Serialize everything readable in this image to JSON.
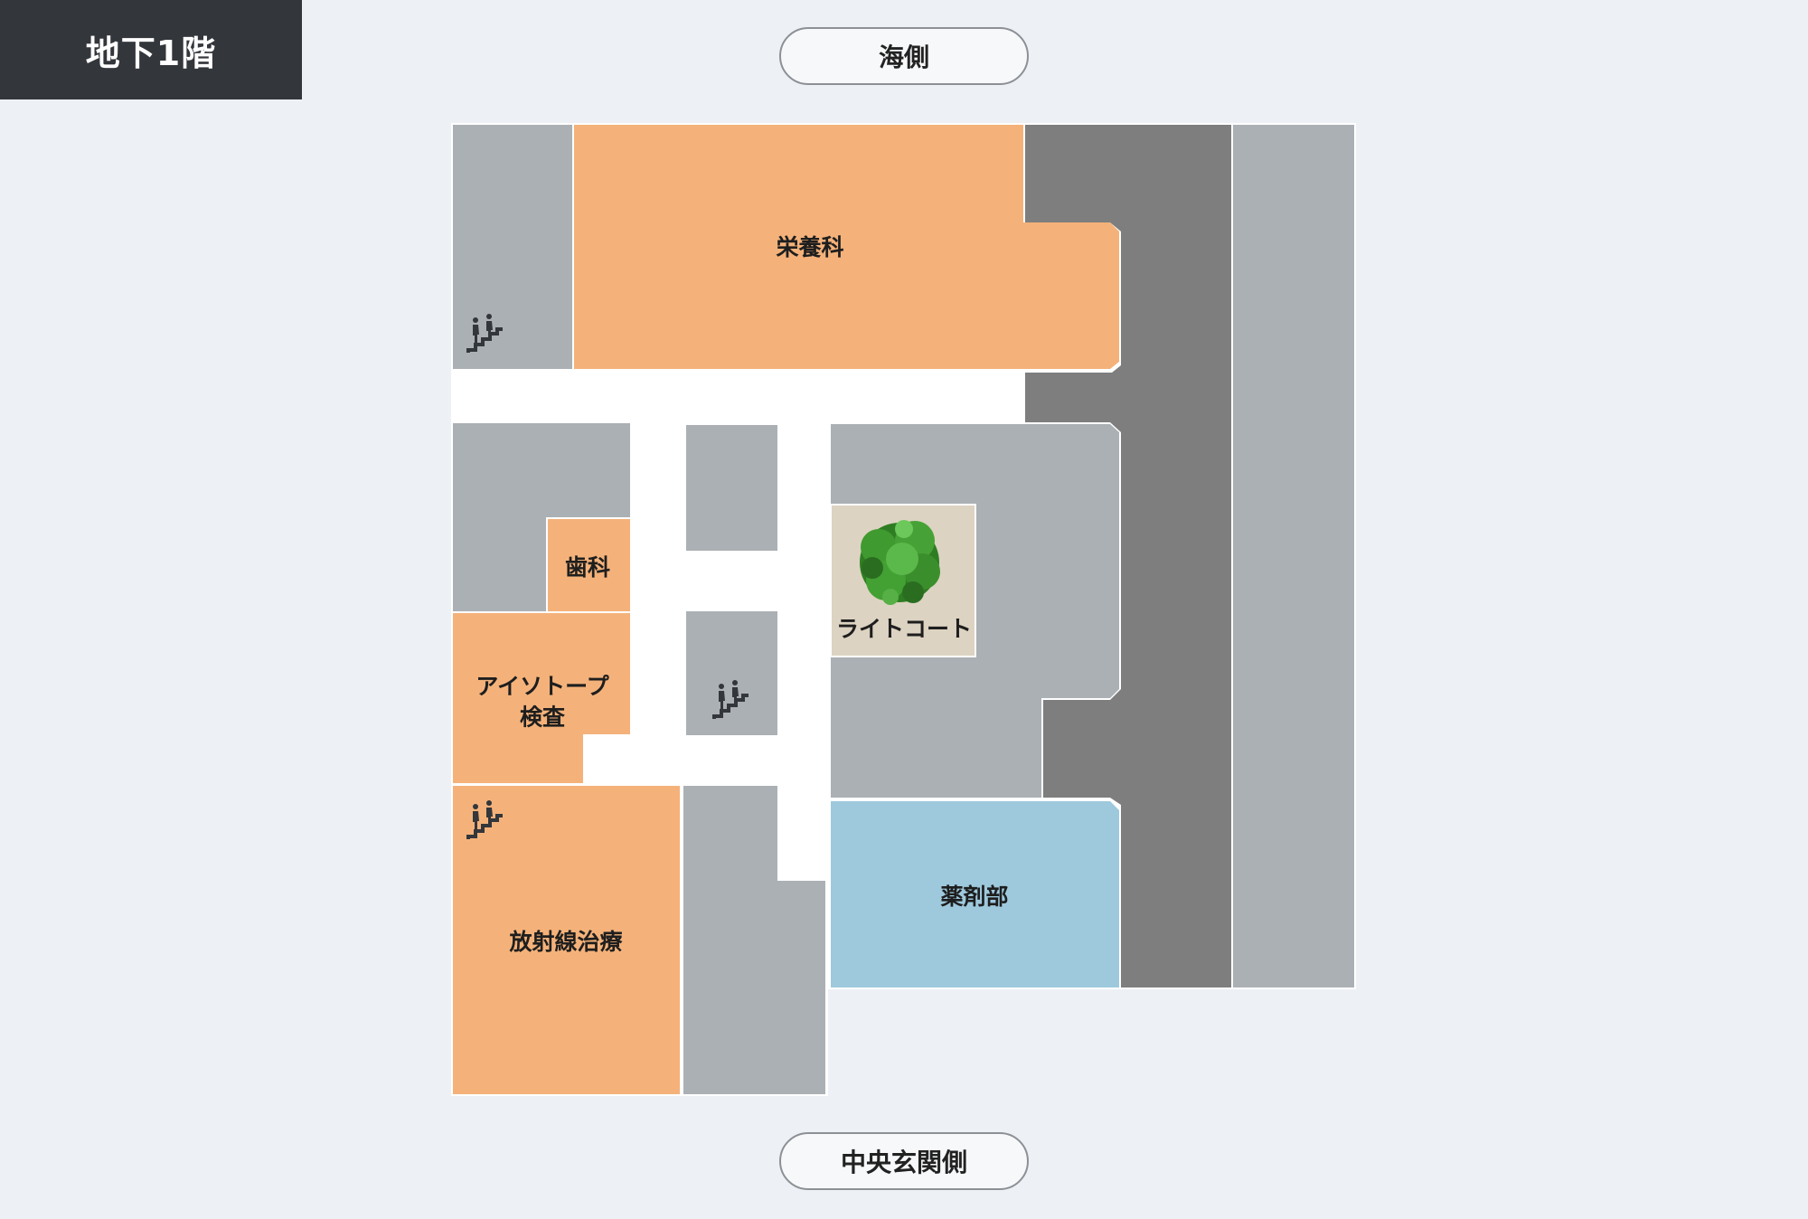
{
  "floor": {
    "label": "地下1階"
  },
  "directions": {
    "top": "海側",
    "bottom": "中央玄関側"
  },
  "rooms": {
    "nutrition": "栄養科",
    "dental": "歯科",
    "isotope_line1": "アイソトープ",
    "isotope_line2": "検査",
    "light_court": "ライトコート",
    "pharmacy": "薬剤部",
    "radiotherapy": "放射線治療"
  },
  "colors": {
    "background": "#edf1f5",
    "corridor": "#ffffff",
    "clinical_area": "#f4b27a",
    "pharmacy": "#9ec9dd",
    "light_court": "#ddd3c2",
    "restricted_area": "#abb0b4",
    "core_area": "#7e7e7e",
    "badge": "#33363b"
  },
  "icons": {
    "stairs": "stairs-icon",
    "tree": "tree-icon"
  }
}
